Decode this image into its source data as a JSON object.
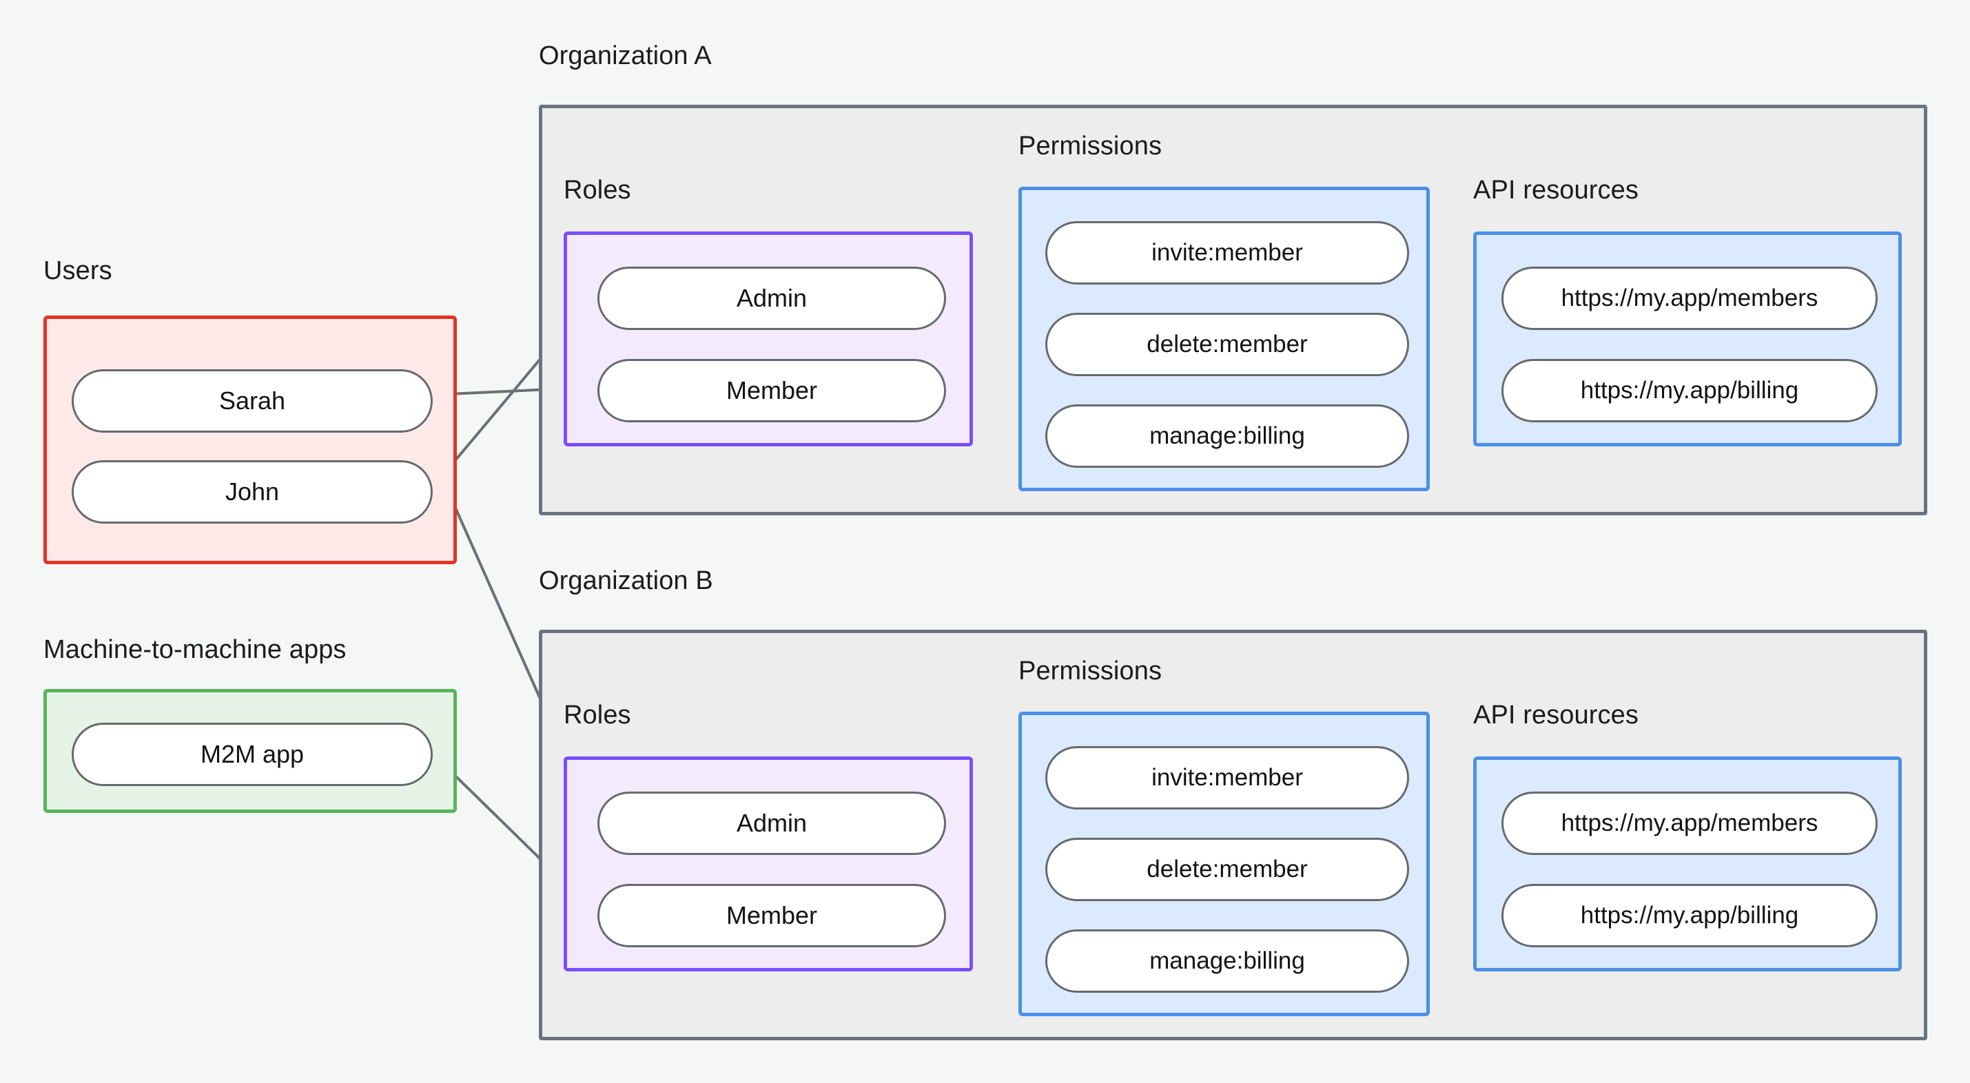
{
  "diagram": {
    "type": "authorization-model-diagram",
    "background_color": "#f5f7f6",
    "groups": {
      "users": {
        "title": "Users",
        "accent_color": "#e53226",
        "fill_color": "#fdeae8",
        "nodes": [
          "Sarah",
          "John"
        ]
      },
      "m2m": {
        "title": "Machine-to-machine apps",
        "accent_color": "#55b65c",
        "fill_color": "#e6f4e7",
        "nodes": [
          "M2M app"
        ]
      }
    },
    "organizations": [
      {
        "title": "Organization A",
        "roles": {
          "title": "Roles",
          "accent_color": "#7c4dff",
          "fill_color": "#f3ebfd",
          "nodes": [
            "Admin",
            "Member"
          ]
        },
        "permissions": {
          "title": "Permissions",
          "accent_color": "#4a90e8",
          "fill_color": "#dbeafe",
          "nodes": [
            "invite:member",
            "delete:member",
            "manage:billing"
          ]
        },
        "api_resources": {
          "title": "API resources",
          "accent_color": "#4a90e8",
          "fill_color": "#dbeafe",
          "nodes": [
            "https://my.app/members",
            "https://my.app/billing"
          ]
        }
      },
      {
        "title": "Organization B",
        "roles": {
          "title": "Roles",
          "accent_color": "#7c4dff",
          "fill_color": "#f3ebfd",
          "nodes": [
            "Admin",
            "Member"
          ]
        },
        "permissions": {
          "title": "Permissions",
          "accent_color": "#4a90e8",
          "fill_color": "#dbeafe",
          "nodes": [
            "invite:member",
            "delete:member",
            "manage:billing"
          ]
        },
        "api_resources": {
          "title": "API resources",
          "accent_color": "#4a90e8",
          "fill_color": "#dbeafe",
          "nodes": [
            "https://my.app/members",
            "https://my.app/billing"
          ]
        }
      }
    ],
    "connections": [
      {
        "from": "Sarah",
        "to": "Organization A / Member"
      },
      {
        "from": "John",
        "to": "Organization A / Admin"
      },
      {
        "from": "John",
        "to": "Organization B / Admin"
      },
      {
        "from": "M2M app",
        "to": "Organization B / Member"
      },
      {
        "from": "Organization A / Admin",
        "to": "Organization A / invite:member"
      },
      {
        "from": "Organization A / Admin",
        "to": "Organization A / delete:member"
      },
      {
        "from": "Organization A / Member",
        "to": "Organization A / manage:billing"
      },
      {
        "from": "Organization A / invite:member",
        "to": "Organization A / https://my.app/members"
      },
      {
        "from": "Organization A / delete:member",
        "to": "Organization A / https://my.app/members"
      },
      {
        "from": "Organization A / manage:billing",
        "to": "Organization A / https://my.app/billing"
      },
      {
        "from": "Organization B / Admin",
        "to": "Organization B / invite:member"
      },
      {
        "from": "Organization B / Admin",
        "to": "Organization B / delete:member"
      },
      {
        "from": "Organization B / Member",
        "to": "Organization B / manage:billing"
      },
      {
        "from": "Organization B / invite:member",
        "to": "Organization B / https://my.app/members"
      },
      {
        "from": "Organization B / delete:member",
        "to": "Organization B / https://my.app/members"
      },
      {
        "from": "Organization B / manage:billing",
        "to": "Organization B / https://my.app/billing"
      }
    ]
  }
}
